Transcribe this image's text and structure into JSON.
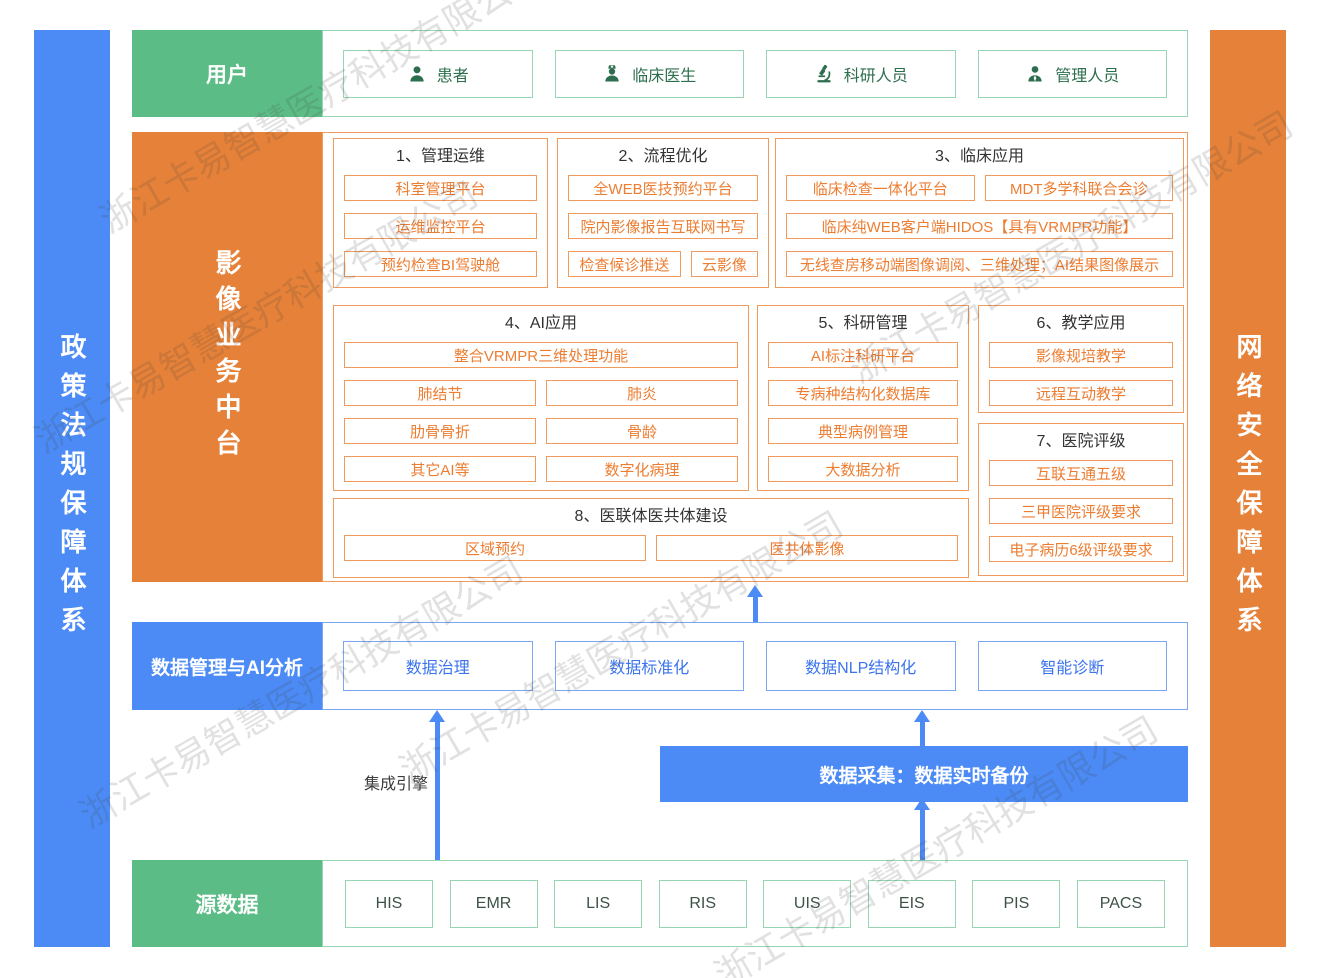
{
  "watermark": "浙江卡易智慧医疗科技有限公司",
  "side_bars": {
    "left": "政策法规保障体系",
    "right": "网络安全保障体系"
  },
  "users_row": {
    "header": "用户",
    "items": [
      {
        "label": "患者",
        "icon": "patient-icon"
      },
      {
        "label": "临床医生",
        "icon": "doctor-icon"
      },
      {
        "label": "科研人员",
        "icon": "microscope-icon"
      },
      {
        "label": "管理人员",
        "icon": "manager-icon"
      }
    ]
  },
  "platform": {
    "header": "影像业务中台",
    "sections": [
      {
        "title": "1、管理运维",
        "items": [
          "科室管理平台",
          "运维监控平台",
          "预约检查BI驾驶舱"
        ]
      },
      {
        "title": "2、流程优化",
        "items": [
          "全WEB医技预约平台",
          "院内影像报告互联网书写",
          "检查候诊推送",
          "云影像"
        ]
      },
      {
        "title": "3、临床应用",
        "items": [
          "临床检查一体化平台",
          "MDT多学科联合会诊",
          "临床纯WEB客户端HIDOS【具有VRMPR功能】",
          "无线查房移动端图像调阅、三维处理；AI结果图像展示"
        ]
      },
      {
        "title": "4、AI应用",
        "items": [
          "整合VRMPR三维处理功能",
          "肺结节",
          "肺炎",
          "肋骨骨折",
          "骨龄",
          "其它AI等",
          "数字化病理"
        ]
      },
      {
        "title": "5、科研管理",
        "items": [
          "AI标注科研平台",
          "专病种结构化数据库",
          "典型病例管理",
          "大数据分析"
        ]
      },
      {
        "title": "6、教学应用",
        "items": [
          "影像规培教学",
          "远程互动教学"
        ]
      },
      {
        "title": "7、医院评级",
        "items": [
          "互联互通五级",
          "三甲医院评级要求",
          "电子病历6级评级要求"
        ]
      },
      {
        "title": "8、医联体医共体建设",
        "items": [
          "区域预约",
          "医共体影像"
        ]
      }
    ]
  },
  "data_layer": {
    "header": "数据管理与AI分析",
    "items": [
      "数据治理",
      "数据标准化",
      "数据NLP结构化",
      "智能诊断"
    ]
  },
  "middle": {
    "integration_engine": "集成引擎",
    "data_collection": "数据采集：数据实时备份"
  },
  "source_layer": {
    "header": "源数据",
    "items": [
      "HIS",
      "EMR",
      "LIS",
      "RIS",
      "UIS",
      "EIS",
      "PIS",
      "PACS"
    ]
  },
  "colors": {
    "green": "#5bbd85",
    "orange": "#e58138",
    "blue": "#4c8bf5",
    "orange_text": "#ed7d31",
    "green_text": "#2c6e4d",
    "blue_text": "#3b74ed"
  }
}
